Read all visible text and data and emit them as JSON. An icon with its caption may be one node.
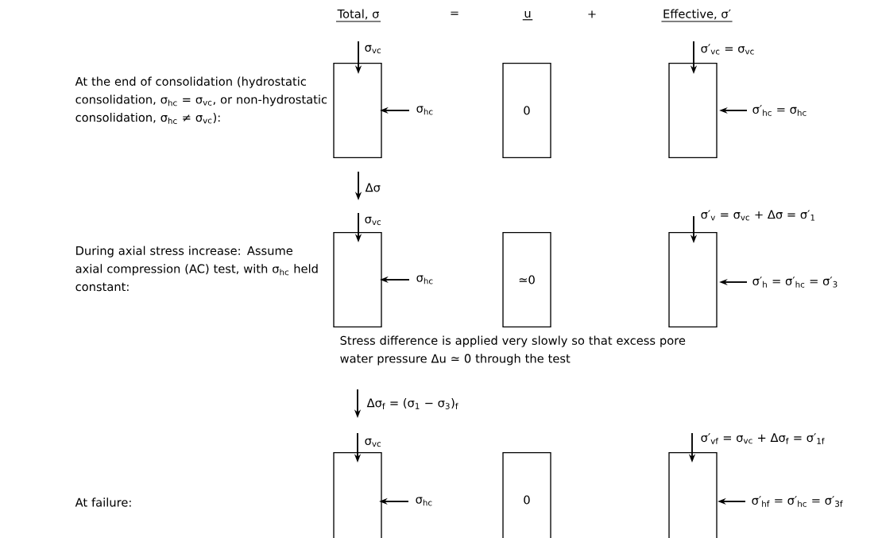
{
  "diagram": {
    "nodes": [
      {
        "text": [],
        "shape": "box"
      },
      {
        "text": [
          "0"
        ]
      },
      {
        "text": [],
        "shape": "box"
      },
      {
        "text": [],
        "shape": "box"
      },
      {
        "text": [
          "≃0"
        ]
      },
      {
        "text": [],
        "shape": "box"
      },
      {
        "text": [],
        "shape": "box"
      },
      {
        "text": [
          "0"
        ]
      },
      {
        "text": [],
        "shape": "box"
      }
    ],
    "labels": [
      "Total, σ",
      "=",
      "u",
      "+",
      "Effective, σ′",
      "σ$_{vc}$",
      "σ′$_{vc}$ = σ$_{vc}$",
      "At the end of consolidation (hydrostatic consolidation, σ$_{hc}$ = σ$_{vc}$, or non-hydrostatic consolidation, σ$_{hc}$ ≠ σ$_{vc}$):",
      "σ$_{hc}$",
      "σ′$_{hc}$ = σ$_{hc}$",
      "Δσ",
      "σ$_{vc}$",
      "σ′$_{v}$ = σ$_{vc}$ + Δσ = σ′$_{1}$",
      "During axial stress increase: Assume axial compression (AC) test, with σ$_{hc}$ held constant:",
      "σ$_{hc}$",
      "σ′$_{h}$ = σ′$_{hc}$ = σ′$_{3}$",
      "Stress difference is applied very slowly so that excess pore water pressure Δu ≃ 0 through the test",
      "Δσ$_{f}$ = (σ$_{1}$ − σ$_{3}$)$_{f}$",
      "σ$_{vc}$",
      "σ′$_{vf}$ = σ$_{vc}$ + Δσ$_{f}$ = σ′$_{1f}$",
      "At failure:",
      "σ$_{hc}$",
      "σ′$_{hf}$ = σ′$_{hc}$ = σ′$_{3f}$"
    ]
  }
}
